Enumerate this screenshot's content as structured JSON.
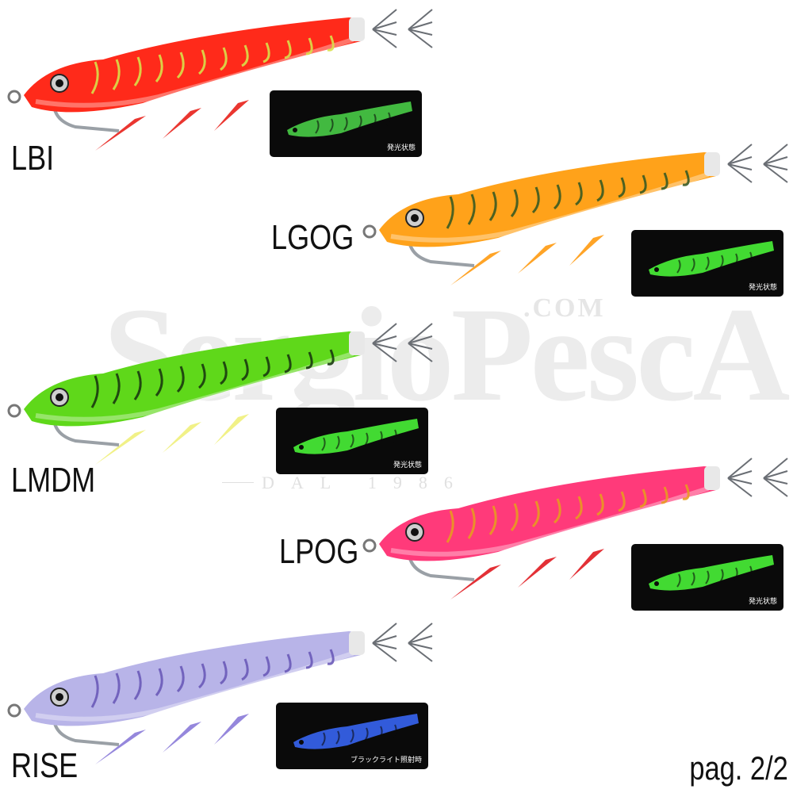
{
  "watermark": {
    "brand": "SergioPescA",
    "domain": ".COM",
    "since": "DAL 1986"
  },
  "lures": [
    {
      "code": "LBI",
      "body_color": "#ff2a1a",
      "pattern_color": "#d8e04a",
      "fin_color": "#e8201a",
      "glow_color": "#4cd84a",
      "glow_caption": "発光状態"
    },
    {
      "code": "LGOG",
      "body_color": "#ffa21a",
      "pattern_color": "#3a5a22",
      "fin_color": "#ff9a10",
      "glow_color": "#4cff3a",
      "glow_caption": "発光状態"
    },
    {
      "code": "LMDM",
      "body_color": "#5fd81a",
      "pattern_color": "#1a3a10",
      "fin_color": "#f0f07a",
      "glow_color": "#4cff3a",
      "glow_caption": "発光状態"
    },
    {
      "code": "LPOG",
      "body_color": "#ff3a7a",
      "pattern_color": "#e89a20",
      "fin_color": "#e01a20",
      "glow_color": "#4cff3a",
      "glow_caption": "発光状態"
    },
    {
      "code": "RISE",
      "body_color": "#b8b4e8",
      "pattern_color": "#6a5ab8",
      "fin_color": "#8a7ad8",
      "glow_color": "#3a6aff",
      "glow_caption": "ブラックライト照射時"
    }
  ],
  "page_label": "pag. 2/2"
}
